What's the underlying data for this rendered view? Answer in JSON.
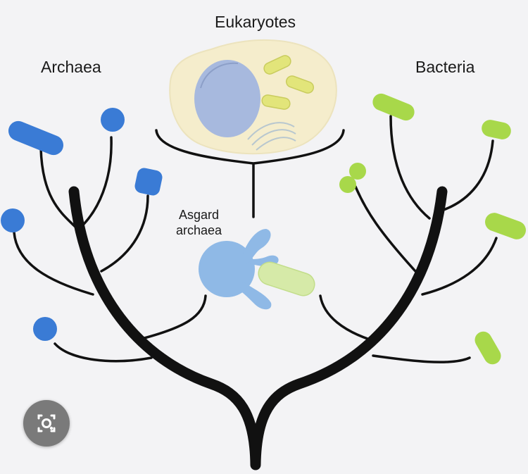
{
  "labels": {
    "eukaryotes": "Eukaryotes",
    "archaea": "Archaea",
    "bacteria": "Bacteria",
    "asgard": "Asgard\narchaea"
  },
  "colors": {
    "background": "#f3f3f5",
    "branch": "#111111",
    "archaea_blue": "#3a7bd5",
    "asgard_blue": "#8fb9e6",
    "bacteria_green": "#a8d84a",
    "cell_fill": "#f5edcc",
    "nucleus": "#a7b9de",
    "mitochondria": "#e2e57a"
  },
  "icons": {
    "lens_button": "google-lens-icon"
  }
}
